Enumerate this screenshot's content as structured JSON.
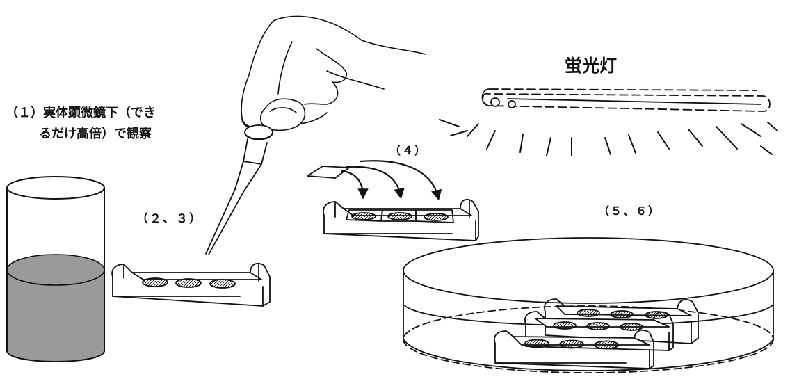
{
  "labels": {
    "step1_line1": "（１）実体顕微鏡下（でき",
    "step1_line2": "るだけ高倍）で観察",
    "step2_3": "（２、３）",
    "step4": "（４）",
    "step5_6": "（５、６）",
    "lamp": "蛍光灯"
  },
  "icons": {
    "beaker": "beaker-with-liquid-icon",
    "hand": "hand-holding-pipette-icon",
    "pipette": "pipette-icon",
    "slide": "depression-slide-icon",
    "cover_glass": "cover-glass-icon",
    "lamp": "fluorescent-lamp-icon",
    "dish": "petri-dish-icon"
  },
  "colors": {
    "ink": "#111111",
    "liquid": "#9a9a9a"
  }
}
